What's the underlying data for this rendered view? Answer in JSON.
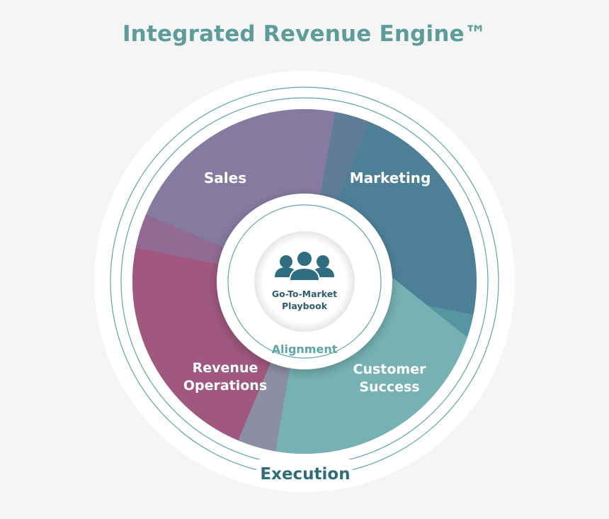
{
  "title": "Integrated Revenue Engine™",
  "segments": {
    "sales": "Sales",
    "marketing": "Marketing",
    "revenue_operations": [
      "Revenue",
      "Operations"
    ],
    "customer_success": [
      "Customer",
      "Success"
    ]
  },
  "center": {
    "icon": "team-icon",
    "label_line1": "Go-To-Market",
    "label_line2": "Playbook"
  },
  "inner_ring_label": "Alignment",
  "outer_ring_label": "Execution",
  "colors": {
    "title": "#5e9c9c",
    "sales": "#857aa0",
    "marketing": "#4d8097",
    "revenue_operations": "#a0587f",
    "customer_success": "#76b2b3",
    "ring_line": "#5ea5a6",
    "center_text": "#2f5d6b",
    "execution_text": "#2f6d78"
  }
}
